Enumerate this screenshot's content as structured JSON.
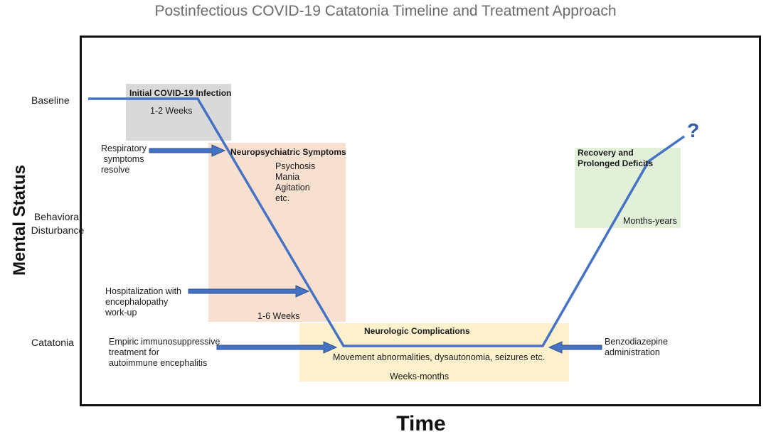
{
  "title": "Postinfectious COVID-19 Catatonia Timeline and Treatment Approach",
  "axes": {
    "y_label": "Mental Status",
    "x_label": "Time",
    "y_levels": [
      "Baseline",
      "Behavioral Disturbance",
      "Catatonia"
    ]
  },
  "phases": {
    "infection": {
      "title": "Initial COVID-19 Infection",
      "duration": "1-2 Weeks",
      "color": "#d9d9d9"
    },
    "neuro": {
      "title": "Neuropsychiatric Symptoms",
      "symptoms": [
        "Psychosis",
        "Mania",
        "Agitation",
        "etc."
      ],
      "duration": "1-6 Weeks",
      "color": "#f8e0d1"
    },
    "complications": {
      "title": "Neurologic Complications",
      "detail": "Movement abnormalities, dysautonomia, seizures etc.",
      "duration": "Weeks-months",
      "color": "#fdf0cc"
    },
    "recovery": {
      "title_line1": "Recovery and",
      "title_line2": "Prolonged Deficits",
      "duration": "Months-years",
      "color": "#e2efd9"
    }
  },
  "events": {
    "respiratory": [
      "Respiratory",
      "symptoms",
      "resolve"
    ],
    "hospitalization": [
      "Hospitalization with",
      "encephalopathy",
      "work-up"
    ],
    "immuno": [
      "Empiric immunosuppressive",
      "treatment for",
      "autoimmune encephalitis"
    ],
    "benzo": [
      "Benzodiazepine",
      "administration"
    ]
  },
  "question_mark": "?",
  "line_color": "#4472c4"
}
